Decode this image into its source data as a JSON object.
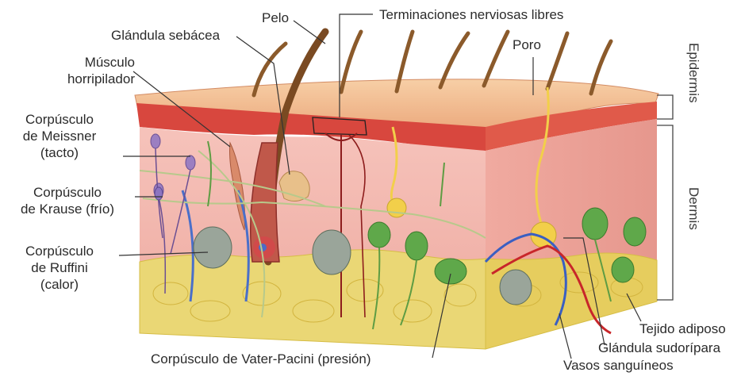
{
  "labels": {
    "pelo": "Pelo",
    "terminaciones": "Terminaciones nerviosas libres",
    "glandula_sebacea": "Glándula sebácea",
    "musculo": [
      "Músculo",
      "horripilador"
    ],
    "poro": "Poro",
    "meissner": [
      "Corpúsculo",
      "de Meissner",
      "(tacto)"
    ],
    "krause": [
      "Corpúsculo",
      "de Krause (frío)"
    ],
    "ruffini": [
      "Corpúsculo",
      "de Ruffini",
      "(calor)"
    ],
    "vater_pacini": "Corpúsculo de Vater-Pacini (presión)",
    "tejido_adiposo": "Tejido adiposo",
    "glandula_sudoripara": "Glándula sudorípara",
    "vasos": "Vasos sanguíneos",
    "epidermis": "Epidermis",
    "dermis": "Dermis"
  },
  "colors": {
    "epidermis_top": "#f0b98b",
    "epidermis_red": "#d8413a",
    "dermis": "#f3b9b0",
    "fat": "#e8d26a",
    "hair": "#8b5a2b",
    "nerve_yellow": "#f2cf4a",
    "receptor_green": "#4f9a3d",
    "vein_blue": "#3a5fc2",
    "artery_red": "#c8262a"
  }
}
